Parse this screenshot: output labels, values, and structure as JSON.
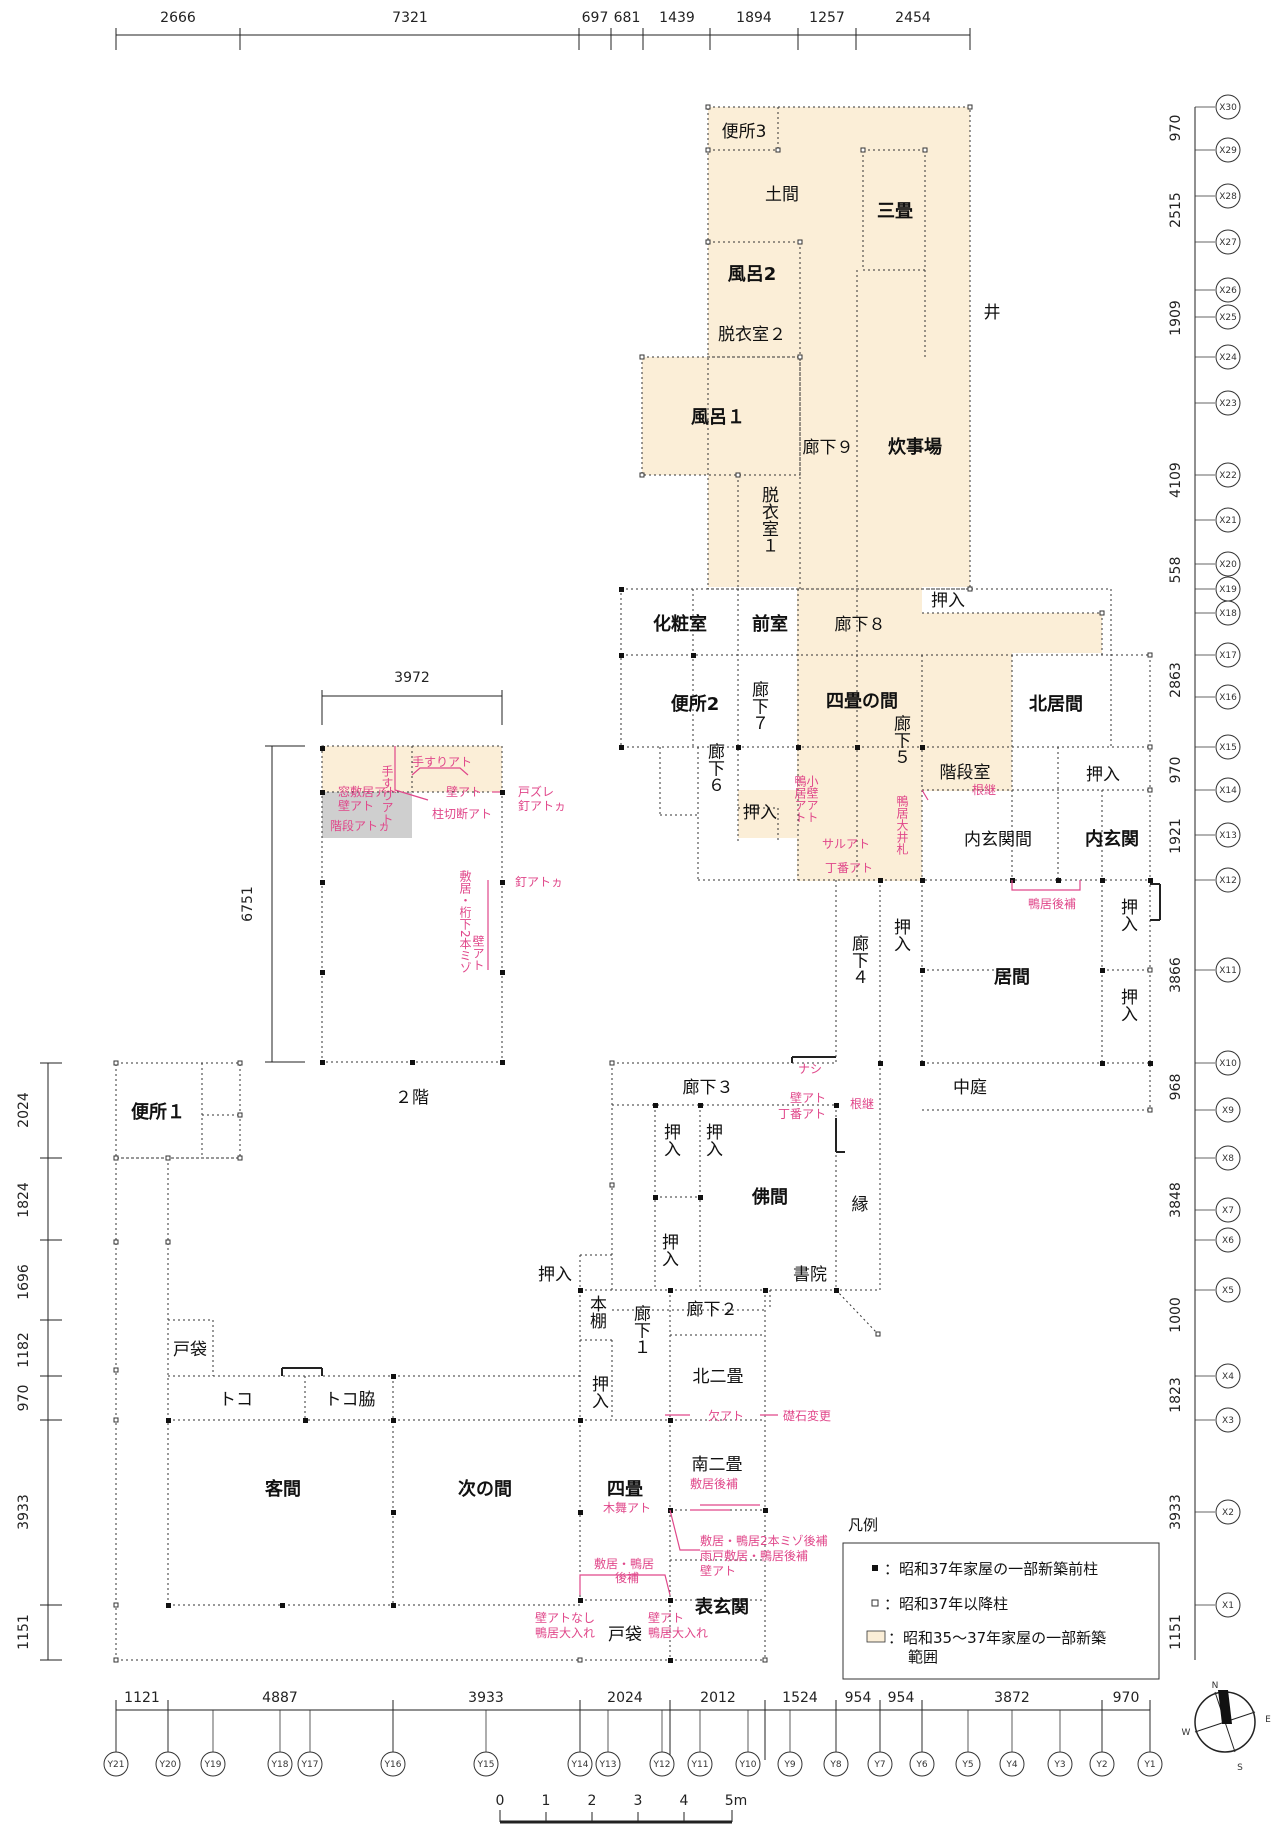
{
  "dims_top": [
    "2666",
    "7321",
    "697",
    "681",
    "1439",
    "1894",
    "1257",
    "2454"
  ],
  "dims_bottom": [
    "1121",
    "4887",
    "3933",
    "2024",
    "2012",
    "1524",
    "954",
    "954",
    "3872",
    "970"
  ],
  "dims_right": [
    "970",
    "2515",
    "1909",
    "4109",
    "558",
    "2863",
    "970",
    "1921",
    "3866",
    "968",
    "3848",
    "1000",
    "1823",
    "3933",
    "1151"
  ],
  "dims_left": [
    "2024",
    "1824",
    "1696",
    "1182",
    "970",
    "3933",
    "1151"
  ],
  "second_floor": {
    "width": "3972",
    "height": "6751",
    "label": "２階"
  },
  "rooms": {
    "benjo3": "便所3",
    "doma": "土間",
    "sanjo": "三畳",
    "furo2": "風呂2",
    "datsui2": "脱衣室２",
    "furo1": "風呂１",
    "roka9": "廊下９",
    "suijiba": "炊事場",
    "datsui1": "脱衣室１",
    "kesho": "化粧室",
    "maeshitsu": "前室",
    "roka8": "廊下８",
    "oshi_a": "押入",
    "benjo2": "便所2",
    "roka7": "廊下７",
    "yojo": "四畳の間",
    "kitaima": "北居間",
    "roka6": "廊下６",
    "oshi_b": "押入",
    "roka5": "廊下５",
    "kaidan": "階段室",
    "oshi_c": "押入",
    "uchigenkan_ma": "内玄関間",
    "uchigenkan": "内玄関",
    "oshi_d": "押入",
    "roka4": "廊下４",
    "ima": "居間",
    "oshi_e": "押入",
    "oshi_f": "押入",
    "nakaniwa": "中庭",
    "benjo1": "便所１",
    "roka3": "廊下３",
    "oshi_g": "押入",
    "oshi_h": "押入",
    "butsuma": "佛間",
    "en": "縁",
    "oshi_i": "押入",
    "shoin": "書院",
    "oshi_j": "押入",
    "hondana": "本棚",
    "roka2": "廊下２",
    "roka1": "廊下１",
    "kitanijo": "北二畳",
    "tobukuro1": "戸袋",
    "toko": "トコ",
    "tokowaki": "トコ脇",
    "oshi_k": "押入",
    "kyakuma": "客間",
    "tsuginoma": "次の間",
    "yojo2": "四畳",
    "minaminijo": "南二畳",
    "omotegenkan": "表玄関",
    "tobukuro2": "戸袋",
    "i": "井"
  },
  "annotations": {
    "a1": "手すりアト",
    "a2": "手すりアト",
    "a3": "壁アト",
    "a4": "戸ズレ",
    "a5": "窓敷居アト",
    "a6": "壁アト",
    "a7": "釘アトヵ",
    "a8": "柱切断アト",
    "a9": "階段アトヵ",
    "a10": "釘アトヵ",
    "a11": "敷居・桁下2本ミゾ",
    "a12": "壁アト",
    "a13": "鴨居アト",
    "a14": "小壁アト",
    "a15": "根継",
    "a16": "サルアト",
    "a17": "丁番アト",
    "a18": "鴨居大井札",
    "a19": "鴨居後補",
    "a20": "ナシ",
    "a21": "壁アト",
    "a22": "根継",
    "a23": "丁番アト",
    "a24": "欠アト",
    "a25": "礎石変更",
    "a26": "敷居後補",
    "a27": "木舞アト",
    "a28": "敷居・鴨居2本ミゾ後補",
    "a29": "雨戸敷居・鴨居後補",
    "a30": "敷居・鴨居",
    "a31": "後補",
    "a32": "壁アト",
    "a33": "壁アトなし",
    "a34": "鴨居大入れ",
    "a35": "壁アト",
    "a36": "鴨居大入れ"
  },
  "legend": {
    "title": "凡例",
    "item1": "：昭和37年家屋の一部新築前柱",
    "item2": "：昭和37年以降柱",
    "item3a": "：昭和35～37年家屋の一部新築",
    "item3b": "範囲"
  },
  "grid_bottom": [
    "Y21",
    "Y20",
    "Y19",
    "Y18",
    "Y17",
    "Y16",
    "Y15",
    "Y14",
    "Y13",
    "Y12",
    "Y11",
    "Y10",
    "Y9",
    "Y8",
    "Y7",
    "Y6",
    "Y5",
    "Y4",
    "Y3",
    "Y2",
    "Y1"
  ],
  "grid_right": [
    "X30",
    "X29",
    "X28",
    "X27",
    "X26",
    "X25",
    "X24",
    "X23",
    "X22",
    "X21",
    "X20",
    "X19",
    "X18",
    "X17",
    "X16",
    "X15",
    "X14",
    "X13",
    "X12",
    "X11",
    "X10",
    "X9",
    "X8",
    "X7",
    "X6",
    "X5",
    "X4",
    "X3",
    "X2",
    "X1"
  ],
  "scale": [
    "0",
    "1",
    "2",
    "3",
    "4",
    "5m"
  ],
  "compass": {
    "n": "N",
    "e": "E",
    "w": "W",
    "s": "S"
  },
  "colors": {
    "tint": "#fbeed7",
    "gray": "#cfcfcf",
    "pink": "#e0478a"
  }
}
